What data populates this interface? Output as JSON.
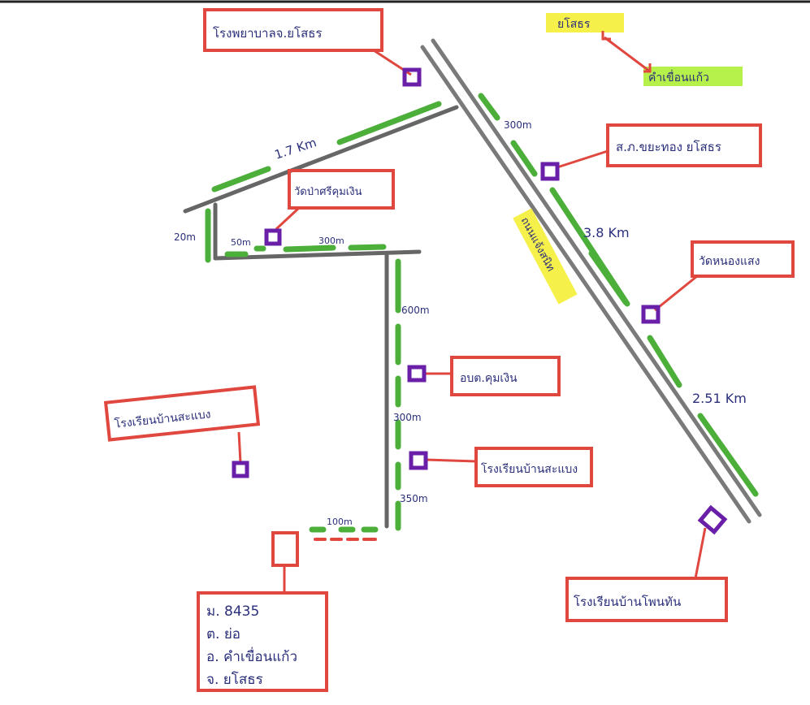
{
  "colors": {
    "road": "#6a6a6a",
    "highway": "#7a7a7a",
    "segment": "#4caf3a",
    "box_border": "#e0473f",
    "pin": "#6a1fa8",
    "leader": "#e0473f",
    "text": "#2b2f7a",
    "highlight_yellow": "#f5f04a",
    "highlight_green": "#b6f04a",
    "dashed": "#e0473f"
  },
  "direction": {
    "from": "ยโสธร",
    "to": "คำเขื่อนแก้ว"
  },
  "highway_label": "ถนนแจ้งสนิท",
  "distances": {
    "d1": "1.7 Km",
    "d2": "300m",
    "d3": "20m",
    "d4": "50m",
    "d5": "300m",
    "d6": "600m",
    "d7": "300m",
    "d8": "350m",
    "d9": "100m",
    "d10": "3.8 Km",
    "d11": "2.51 Km"
  },
  "places": {
    "hospital": "โรงพยาบาลจ.ยโสธร",
    "police": "ส.ภ.ขยะทอง ยโสธร",
    "temple_top": "วัดป่าศรีคุมเงิน",
    "temple_right": "วัดหนองแสง",
    "tambon_office": "อบต.คุมเงิน",
    "school_village": "โรงเรียนบ้านสะแบง",
    "school_right": "โรงเรียนบ้านโพนทัน",
    "school_left": "โรงเรียนบ้านสะแบง"
  },
  "address": {
    "line1": "ม. 8435",
    "line2": "ต. ย่อ",
    "line3": "อ. คำเขื่อนแก้ว",
    "line4": "จ. ยโสธร"
  }
}
